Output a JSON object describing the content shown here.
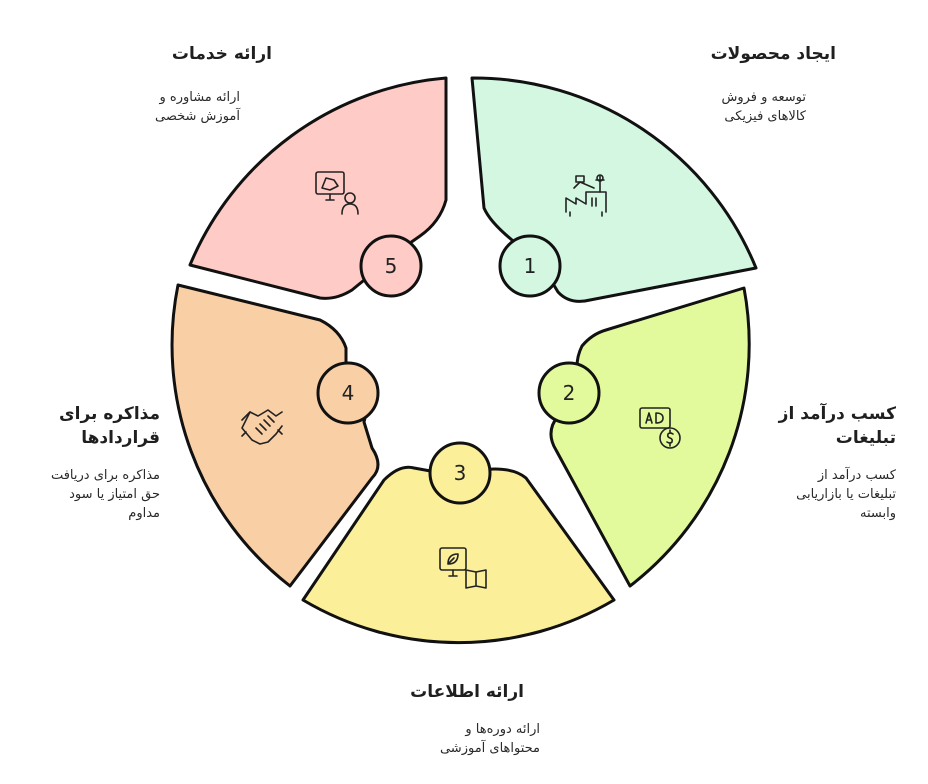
{
  "segments": [
    {
      "number": "1",
      "title": "ایجاد محصولات",
      "description": [
        "توسعه و فروش",
        "کالاهای فیزیکی"
      ],
      "color": "#d4f7e2",
      "icon": "factory-robot-arm-icon"
    },
    {
      "number": "2",
      "title": "کسب درآمد از تبلیغات",
      "title_lines": [
        "کسب درآمد از",
        "تبلیغات"
      ],
      "description": [
        "کسب درآمد از",
        "تبلیغات یا بازاریابی",
        "وابسته"
      ],
      "color": "#e3fa9c",
      "icon": "ad-dollar-icon"
    },
    {
      "number": "3",
      "title": "ارائه اطلاعات",
      "description": [
        "ارائه دوره‌ها و",
        "محتواهای آموزشی"
      ],
      "color": "#fbef9a",
      "icon": "monitor-leaf-book-icon"
    },
    {
      "number": "4",
      "title": "مذاکره برای قراردادها",
      "title_lines": [
        "مذاکره برای",
        "قراردادها"
      ],
      "description": [
        "مذاکره برای دریافت",
        "حق امتیاز یا سود",
        "مداوم"
      ],
      "color": "#f9cfa6",
      "icon": "handshake-icon"
    },
    {
      "number": "5",
      "title": "ارائه خدمات",
      "description": [
        "ارائه مشاوره و",
        "آموزش شخصی"
      ],
      "color": "#ffcbc6",
      "icon": "presentation-person-icon"
    }
  ]
}
